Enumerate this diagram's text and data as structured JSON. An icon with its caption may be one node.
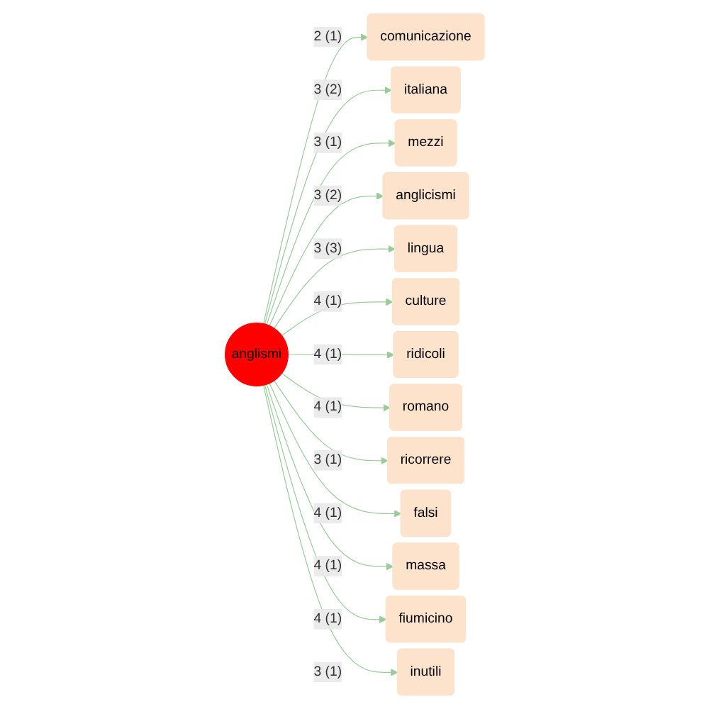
{
  "diagram": {
    "nodes": [
      {
        "text": [
          "anglismi"
        ]
      },
      {
        "text": [
          "comunicazione"
        ]
      },
      {
        "text": [
          "italiana"
        ]
      },
      {
        "text": [
          "mezzi"
        ]
      },
      {
        "text": [
          "anglicismi"
        ]
      },
      {
        "text": [
          "lingua"
        ]
      },
      {
        "text": [
          "culture"
        ]
      },
      {
        "text": [
          "ridicoli"
        ]
      },
      {
        "text": [
          "romano"
        ]
      },
      {
        "text": [
          "ricorrere"
        ]
      },
      {
        "text": [
          "falsi"
        ]
      },
      {
        "text": [
          "massa"
        ]
      },
      {
        "text": [
          "fiumicino"
        ]
      },
      {
        "text": [
          "inutili"
        ]
      }
    ],
    "edges": [
      {
        "from": 0,
        "to": 1,
        "arrow": "to",
        "label": "2 (1)"
      },
      {
        "from": 0,
        "to": 2,
        "arrow": "to",
        "label": "3 (2)"
      },
      {
        "from": 0,
        "to": 3,
        "arrow": "to",
        "label": "3 (1)"
      },
      {
        "from": 0,
        "to": 4,
        "arrow": "to",
        "label": "3 (2)"
      },
      {
        "from": 0,
        "to": 5,
        "arrow": "to",
        "label": "3 (3)"
      },
      {
        "from": 0,
        "to": 6,
        "arrow": "to",
        "label": "4 (1)"
      },
      {
        "from": 0,
        "to": 7,
        "arrow": "to",
        "label": "4 (1)"
      },
      {
        "from": 0,
        "to": 8,
        "arrow": "to",
        "label": "4 (1)"
      },
      {
        "from": 0,
        "to": 9,
        "arrow": "to",
        "label": "3 (1)"
      },
      {
        "from": 0,
        "to": 10,
        "arrow": "to",
        "label": "4 (1)"
      },
      {
        "from": 0,
        "to": 11,
        "arrow": "to",
        "label": "4 (1)"
      },
      {
        "from": 0,
        "to": 12,
        "arrow": "to",
        "label": "4 (1)"
      },
      {
        "from": 0,
        "to": 13,
        "arrow": "to",
        "label": "3 (1)"
      }
    ]
  }
}
